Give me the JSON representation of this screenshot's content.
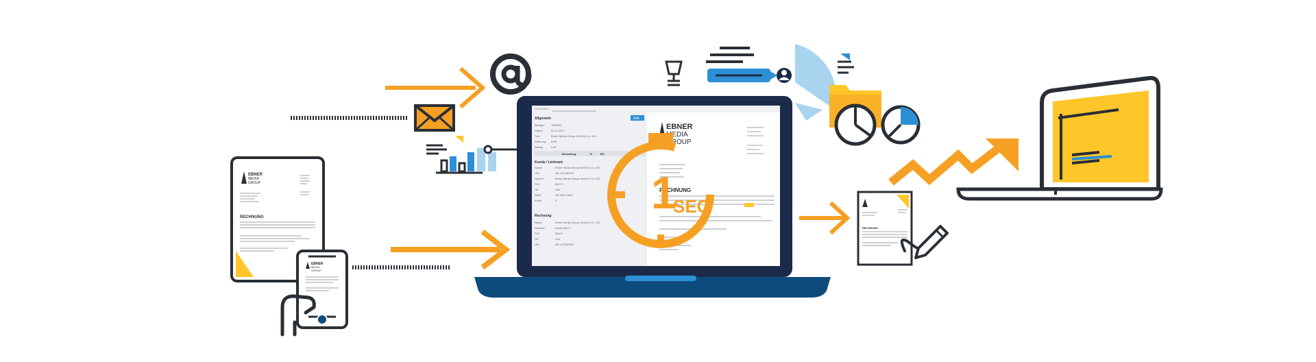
{
  "colors": {
    "orange": "#f5a024",
    "navy": "#1c2a4a",
    "laptop_blue": "#0e4b7d",
    "accent_blue": "#2d8fd5",
    "light_blue": "#a8d4f0",
    "yellow": "#ffc629",
    "dark": "#2a2f36"
  },
  "icons": [
    "at-sign-icon",
    "envelope-icon",
    "bar-chart-icon",
    "invoice-paper-icon",
    "smartphone-icon",
    "hand-icon",
    "stopwatch-icon",
    "chat-bubble-icon",
    "user-icon",
    "lamp-icon",
    "folder-icon",
    "pie-chart-icon",
    "trend-arrow-icon",
    "signature-pen-icon",
    "laptop-icon"
  ],
  "invoice_paper": {
    "logo_line1": "EBNER",
    "logo_line2": "MEDIA",
    "logo_line3": "GROUP",
    "heading": "RECHNUNG"
  },
  "phone": {
    "logo_line1": "EBNER",
    "logo_line2": "MEDIA",
    "logo_line3": "GROUP"
  },
  "screen": {
    "section_general": "Allgemein",
    "button_label": "Edit",
    "rows_general": [
      {
        "label": "Belegnr.",
        "value": "7603051"
      },
      {
        "label": "Datum",
        "value": "01.11.2022"
      },
      {
        "label": "Text",
        "value": "Ebner Media Group GmbH & Co. KG"
      },
      {
        "label": "Währung",
        "value": "EUR"
      },
      {
        "label": "Betrag",
        "value": "0,00"
      }
    ],
    "table_header": [
      "Bestellung",
      "Tc",
      "BC"
    ],
    "section_vendor": "Kunde / Lieferant",
    "rows_vendor": [
      {
        "label": "Name",
        "value": "Ebner Media Group GmbH & Co. KG"
      },
      {
        "label": "USt",
        "value": "DE 147066759"
      },
      {
        "label": "Name2",
        "value": "Ebner Media Group GmbH & Co. KG"
      },
      {
        "label": "PLZ",
        "value": "89073"
      },
      {
        "label": "Ort",
        "value": "Ulm"
      },
      {
        "label": "IBAN",
        "value": "DE 0000 0000"
      },
      {
        "label": "Konto",
        "value": "0"
      }
    ],
    "section_invoice": "Rechnung",
    "rows_invoice": [
      {
        "label": "Name",
        "value": "Ebner Media Group GmbH & Co. KG"
      },
      {
        "label": "Adresse",
        "value": "Karlstraße 3"
      },
      {
        "label": "PLZ",
        "value": "89073"
      },
      {
        "label": "Ort",
        "value": "Ulm"
      },
      {
        "label": "UID",
        "value": "DE 147066759"
      }
    ],
    "logo_line1": "EBNER",
    "logo_line2": "MEDIA",
    "logo_line3": "GROUP",
    "doc_heading": "RECHNUNG"
  },
  "stopwatch": {
    "number": "1",
    "unit": "SEC"
  },
  "small_doc": {
    "heading": "RECHNUNG"
  }
}
